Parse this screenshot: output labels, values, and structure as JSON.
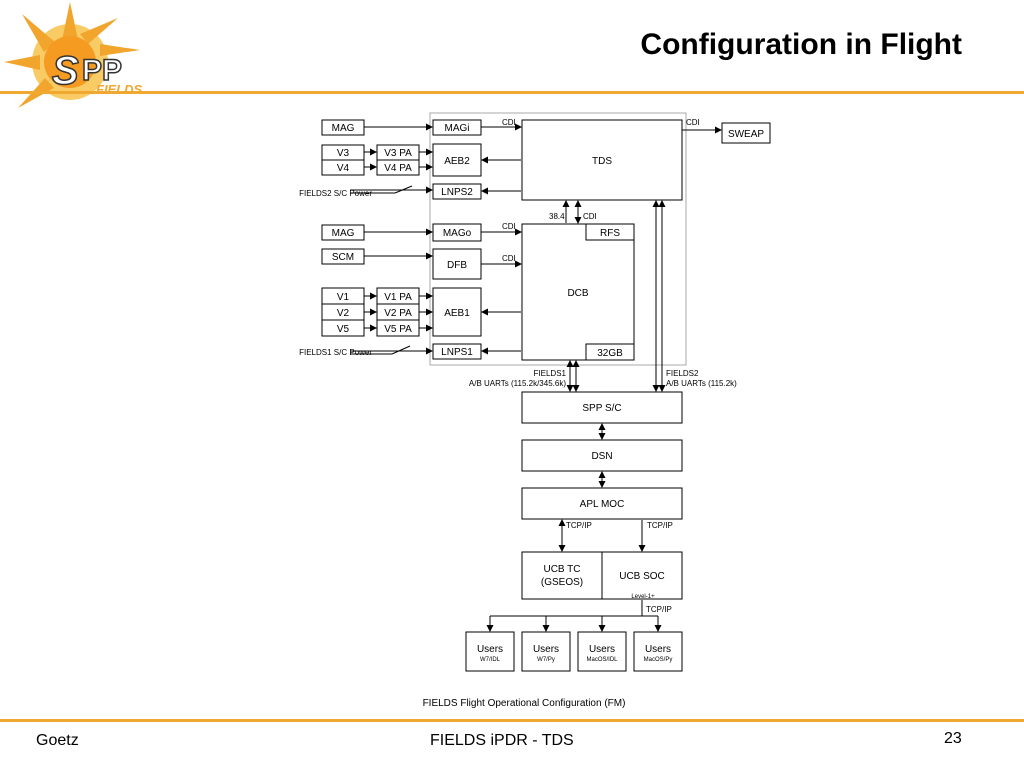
{
  "slide": {
    "title": "Configuration in Flight",
    "logo_text": "SPP FIELDS",
    "footer_left": "Goetz",
    "footer_center": "FIELDS iPDR - TDS",
    "page_number": "23",
    "accent_color": "#f0a830"
  },
  "diagram": {
    "caption": "FIELDS Flight Operational Configuration (FM)",
    "boxes": {
      "mag_top": "MAG",
      "magi": "MAGi",
      "v3": "V3",
      "v3pa": "V3 PA",
      "v4": "V4",
      "v4pa": "V4 PA",
      "aeb2": "AEB2",
      "lnps2": "LNPS2",
      "tds": "TDS",
      "sweap": "SWEAP",
      "mag_bottom": "MAG",
      "mago": "MAGo",
      "scm": "SCM",
      "dfb": "DFB",
      "dcb": "DCB",
      "rfs": "RFS",
      "v1": "V1",
      "v1pa": "V1 PA",
      "v2": "V2",
      "v2pa": "V2 PA",
      "v5": "V5",
      "v5pa": "V5 PA",
      "aeb1": "AEB1",
      "lnps1": "LNPS1",
      "gb32": "32GB",
      "spp_sc": "SPP S/C",
      "dsn": "DSN",
      "apl_moc": "APL MOC",
      "ucb_tc_1": "UCB TC",
      "ucb_tc_2": "(GSEOS)",
      "ucb_soc": "UCB SOC",
      "users": "Users"
    },
    "labels": {
      "fields2_power": "FIELDS2 S/C Power",
      "fields1_power": "FIELDS1 S/C Power",
      "cdi": "CDI",
      "rate_38_4": "38.4",
      "fields1": "FIELDS1",
      "fields1_uarts": "A/B UARTs (115.2k/345.6k)",
      "fields2": "FIELDS2",
      "fields2_uarts": "A/B UARTs (115.2k)",
      "tcpip": "TCP/IP",
      "level1": "Level-1+"
    },
    "user_platforms": [
      "W7/IDL",
      "W7/Py",
      "MacOS/IDL",
      "MacOS/Py"
    ]
  }
}
